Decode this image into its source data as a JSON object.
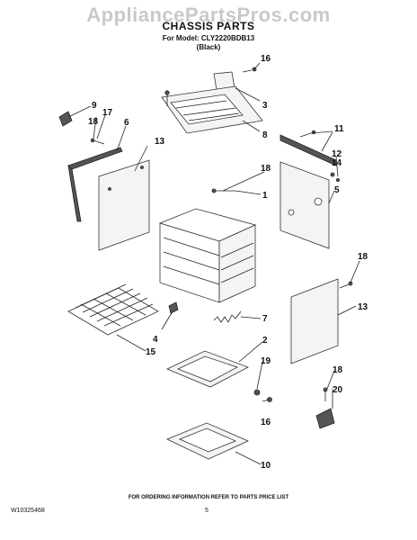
{
  "watermark": "AppliancePartsPros.com",
  "header": {
    "title": "CHASSIS PARTS",
    "model": "For Model: CLY2220BDB13",
    "variant": "(Black)"
  },
  "callouts": {
    "c16a": "16",
    "c3": "3",
    "c8": "8",
    "c9": "9",
    "c17": "17",
    "c18a": "18",
    "c6": "6",
    "c11": "11",
    "c12": "12",
    "c14": "14",
    "c13a": "13",
    "c18b": "18",
    "c1": "1",
    "c5": "5",
    "c18c": "18",
    "c13b": "13",
    "c4": "4",
    "c7": "7",
    "c15": "15",
    "c2": "2",
    "c19": "19",
    "c16b": "16",
    "c18d": "18",
    "c20": "20",
    "c10": "10"
  },
  "footer": {
    "note": "FOR ORDERING INFORMATION REFER TO PARTS PRICE LIST",
    "doc_number": "W10325468",
    "page_number": "5"
  }
}
